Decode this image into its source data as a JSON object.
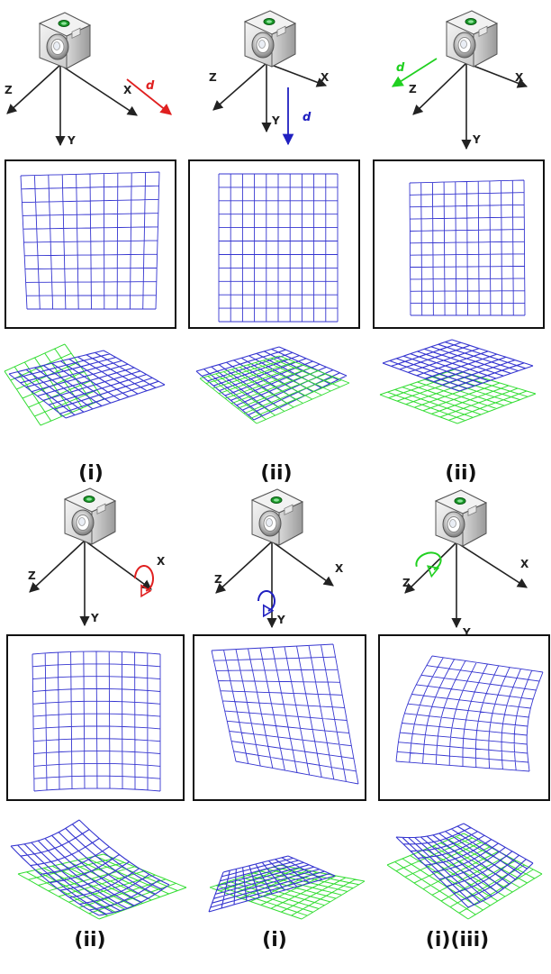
{
  "colors": {
    "tx": "#e02020",
    "ty": "#2020c0",
    "tz": "#20d020",
    "grid_blue": "#3535d0",
    "grid_green": "#33dd33",
    "frame": "#111111",
    "axis": "#222222"
  },
  "axis_labels": {
    "x": "X",
    "y": "Y",
    "z": "Z"
  },
  "motion_label": "d",
  "panels": [
    {
      "motion": "translate-x",
      "color_key": "tx",
      "caption": "(i)"
    },
    {
      "motion": "translate-y",
      "color_key": "ty",
      "caption": "(ii)"
    },
    {
      "motion": "translate-z",
      "color_key": "tz",
      "caption": "(ii)"
    },
    {
      "motion": "rotate-x",
      "color_key": "tx",
      "caption": "(ii)"
    },
    {
      "motion": "rotate-y",
      "color_key": "ty",
      "caption": "(i)"
    },
    {
      "motion": "rotate-z",
      "color_key": "tz",
      "caption": "(i)(iii)"
    }
  ],
  "icons": {
    "camera": "camera-icon",
    "translate": "arrow-icon",
    "rotate": "rotation-arrow-icon"
  }
}
